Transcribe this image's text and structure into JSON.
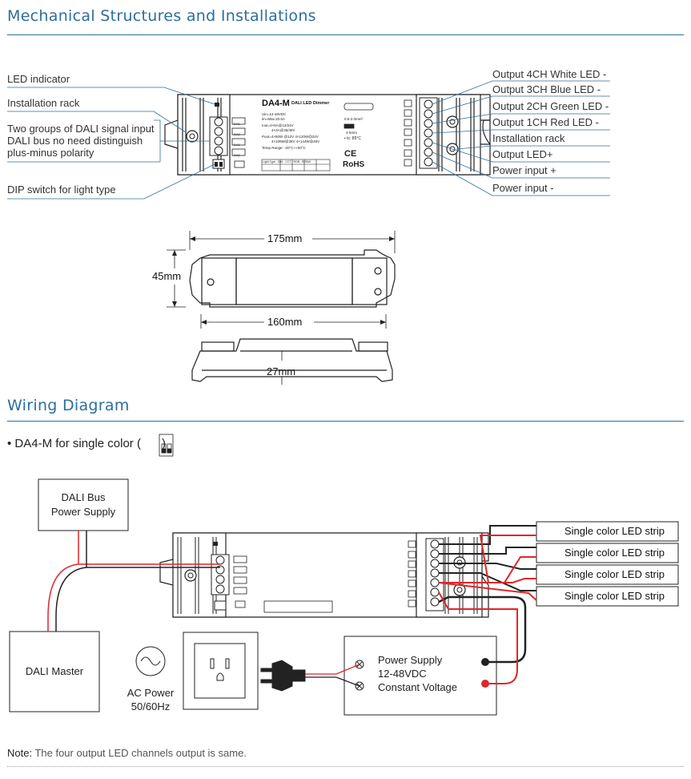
{
  "sections": {
    "mechanical_title": "Mechanical Structures and Installations",
    "wiring_title": "Wiring Diagram"
  },
  "left_labels": {
    "led_indicator": "LED indicator",
    "installation_rack": "Installation rack",
    "dali_signal_1": "Two groups of DALI signal input",
    "dali_signal_2": "DALI bus no need distinguish",
    "dali_signal_3": "plus-minus polarity",
    "dip_switch": "DIP switch for light type"
  },
  "right_labels": {
    "out4": "Output 4CH White LED -",
    "out3": "Output 3CH Blue LED -",
    "out2": "Output 2CH Green LED -",
    "out1": "Output 1CH Red LED -",
    "rack": "Installation rack",
    "out_plus": "Output LED+",
    "pwr_plus": "Power input +",
    "pwr_minus": "Power input -"
  },
  "device": {
    "model": "DA4-M",
    "subtitle": "DALI LED Dimmer",
    "spec1": "Uin=12-48VDC",
    "spec2": "Iin=Max.20.5A",
    "spec3": "Iout=4×5A@12/24V",
    "spec4": "4×3A@36/48V",
    "spec5": "Pout=4×60W @12V  4×120W@24V",
    "spec6": "4×108W@36V  4×144W@48V",
    "spec7": "Temp Range: -20°C~+50°C",
    "wire": "0.5-2.0mm²",
    "strip_len": "4-5mm",
    "tc": "• tc: 85°C",
    "ce": "CE",
    "rohs": "RoHS",
    "light_type_headers": [
      "Light Type",
      "DIM",
      "CCT",
      "RGB",
      "RGBW"
    ],
    "dali_labels": [
      "DA1",
      "DA2",
      "DA1",
      "DA2"
    ]
  },
  "dimensions": {
    "length_total": "175mm",
    "height": "45mm",
    "length_mount": "160mm",
    "depth": "27mm"
  },
  "wiring": {
    "bullet": "• DA4-M for single color (",
    "bullet_end": ")",
    "dali_bus_1": "DALI Bus",
    "dali_bus_2": "Power Supply",
    "dali_master": "DALI Master",
    "ac_power_1": "AC Power",
    "ac_power_2": "50/60Hz",
    "psu_1": "Power Supply",
    "psu_2": "12-48VDC",
    "psu_3": "Constant Voltage",
    "strips": [
      "Single color LED strip",
      "Single color LED strip",
      "Single color LED strip",
      "Single color LED strip"
    ]
  },
  "note": {
    "prefix": "Note:",
    "text": " The four output LED channels output is same."
  },
  "colors": {
    "accent": "#2c6e9b",
    "wire_red": "#e0262a",
    "wire_black": "#222222"
  }
}
